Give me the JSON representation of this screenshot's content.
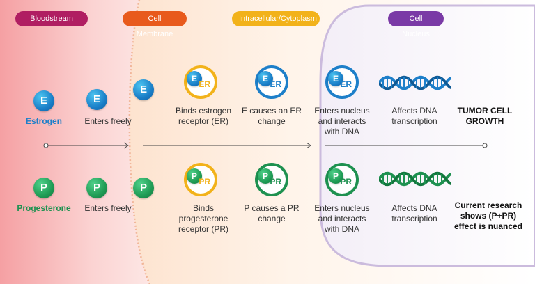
{
  "regions": {
    "bloodstream": "Bloodstream",
    "membrane": "Cell Membrane",
    "cytoplasm": "Intracellular/Cytoplasm",
    "nucleus": "Cell Nucleus"
  },
  "colors": {
    "bloodstream": "#b01e62",
    "membrane": "#e85a1c",
    "cytoplasm": "#f2b21a",
    "nucleus": "#7a3aa6",
    "estrogen": "#1d7fc9",
    "progesterone": "#1e9150",
    "er_ring": "#f2b21a"
  },
  "estrogen": {
    "badge": "E",
    "name": "Estrogen",
    "step1": "Enters freely",
    "step2": "Binds estrogen receptor (ER)",
    "step3": "E causes an ER change",
    "step4": "Enters nucleus and interacts with DNA",
    "step5": "Affects DNA transcription",
    "outcome": "TUMOR CELL GROWTH",
    "receptor": "ER"
  },
  "progesterone": {
    "badge": "P",
    "name": "Progesterone",
    "step1": "Enters freely",
    "step2": "Binds progesterone receptor (PR)",
    "step3": "P causes a PR change",
    "step4": "Enters nucleus and interacts with DNA",
    "step5": "Affects DNA transcription",
    "outcome": "Current research shows (P+PR) effect is nuanced",
    "receptor": "PR"
  },
  "icons": {
    "dna_e": "dna-helix-icon",
    "dna_p": "dna-helix-icon"
  }
}
